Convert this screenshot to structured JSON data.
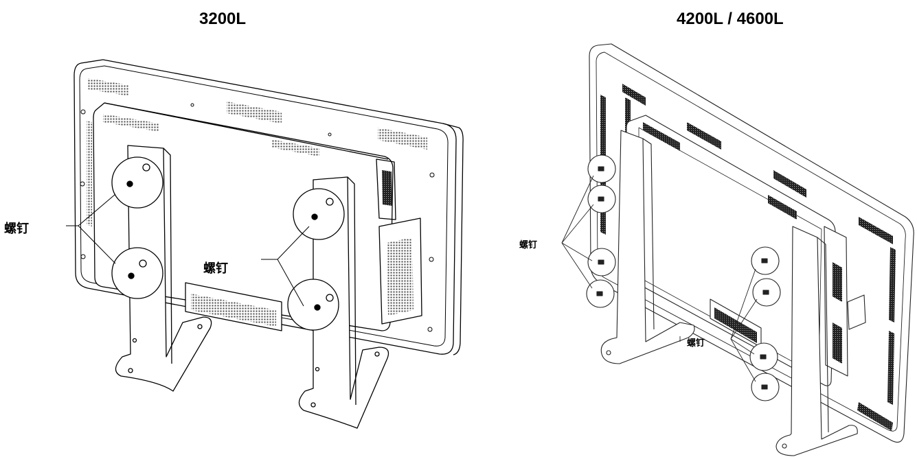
{
  "titles": {
    "left": "3200L",
    "right": "4200L / 4600L"
  },
  "callouts": {
    "left_outer": "螺钉",
    "left_inner": "螺钉",
    "right_outer": "螺钉",
    "right_inner": "螺钉"
  },
  "colors": {
    "line": "#000000",
    "grille": "#444444",
    "background": "#ffffff"
  }
}
